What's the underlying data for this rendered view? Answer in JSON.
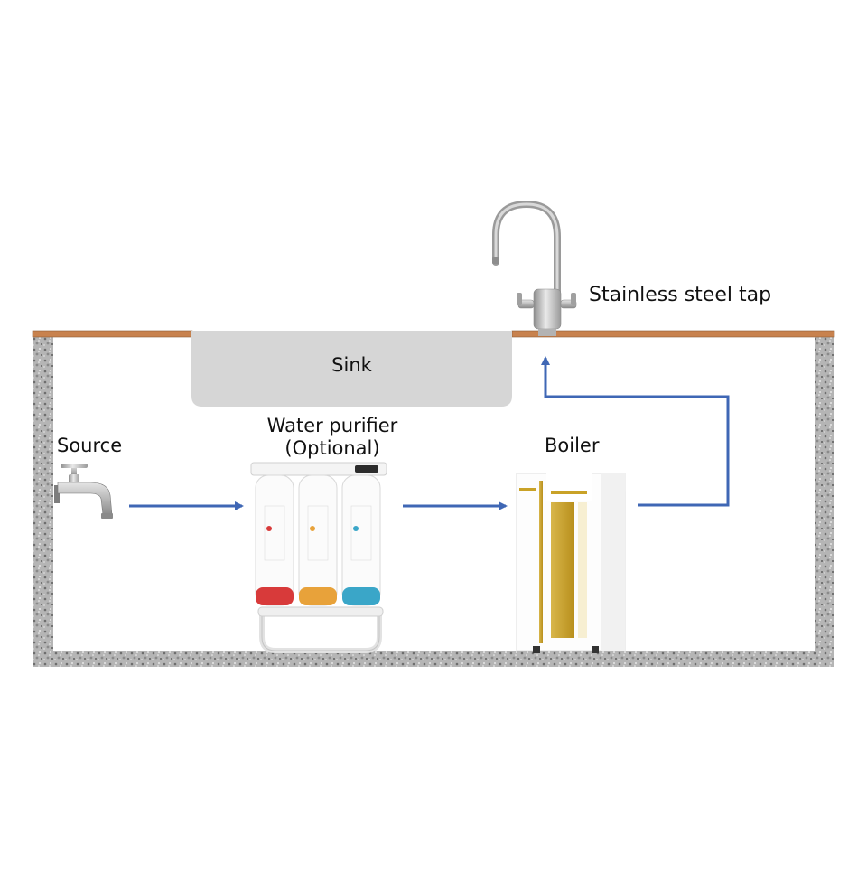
{
  "diagram": {
    "labels": {
      "source": "Source",
      "purifier_line1": "Water purifier",
      "purifier_line2": "(Optional)",
      "boiler": "Boiler",
      "tap": "Stainless steel tap",
      "sink": "Sink"
    },
    "components": [
      {
        "id": "source",
        "icon": "wall-faucet-icon"
      },
      {
        "id": "water-purifier",
        "icon": "three-stage-filter-icon",
        "cartridge_colors": [
          "#d83a3a",
          "#e8a23a",
          "#3aa6c8"
        ]
      },
      {
        "id": "boiler",
        "icon": "boiler-unit-icon",
        "accent": "#c9a227"
      },
      {
        "id": "tap",
        "icon": "gooseneck-tap-icon"
      },
      {
        "id": "sink",
        "icon": "sink-basin-icon"
      }
    ],
    "flow": [
      "source",
      "water-purifier",
      "boiler",
      "tap"
    ],
    "colors": {
      "arrow": "#3f67b5",
      "countertop": "#c8824e",
      "sink": "#d6d6d6",
      "wall": "#9a9a9a"
    }
  }
}
